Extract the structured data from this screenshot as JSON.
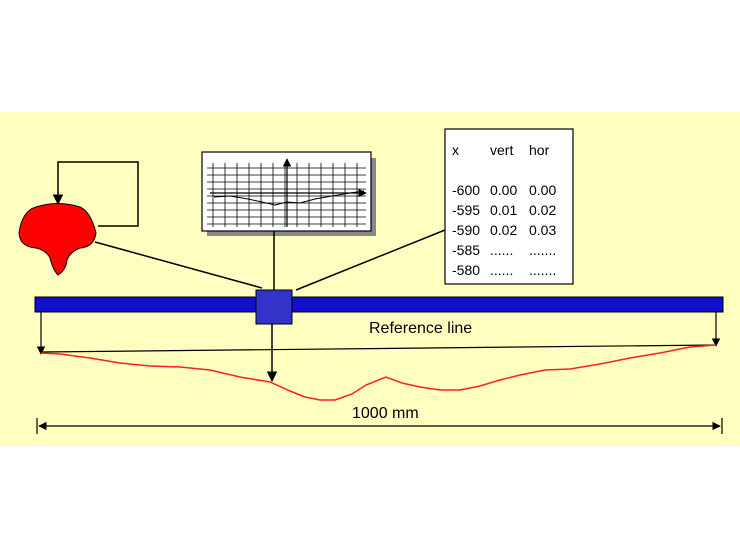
{
  "colors": {
    "panel_background": "#FFFFC0",
    "beam": "#1010CC",
    "sensor": "#3333CC",
    "rail_profile": "#FF0000",
    "measured_profile": "#FF2020"
  },
  "table": {
    "headers": [
      "x",
      "vert",
      "hor"
    ],
    "rows": [
      [
        "-600",
        "0.00",
        "0.00"
      ],
      [
        "-595",
        "0.01",
        "0.02"
      ],
      [
        "-590",
        "0.02",
        "0.03"
      ],
      [
        "-585",
        "......",
        "......."
      ],
      [
        "-580",
        "......",
        "......."
      ]
    ]
  },
  "labels": {
    "reference_line": "Reference line",
    "length": "1000 mm"
  }
}
